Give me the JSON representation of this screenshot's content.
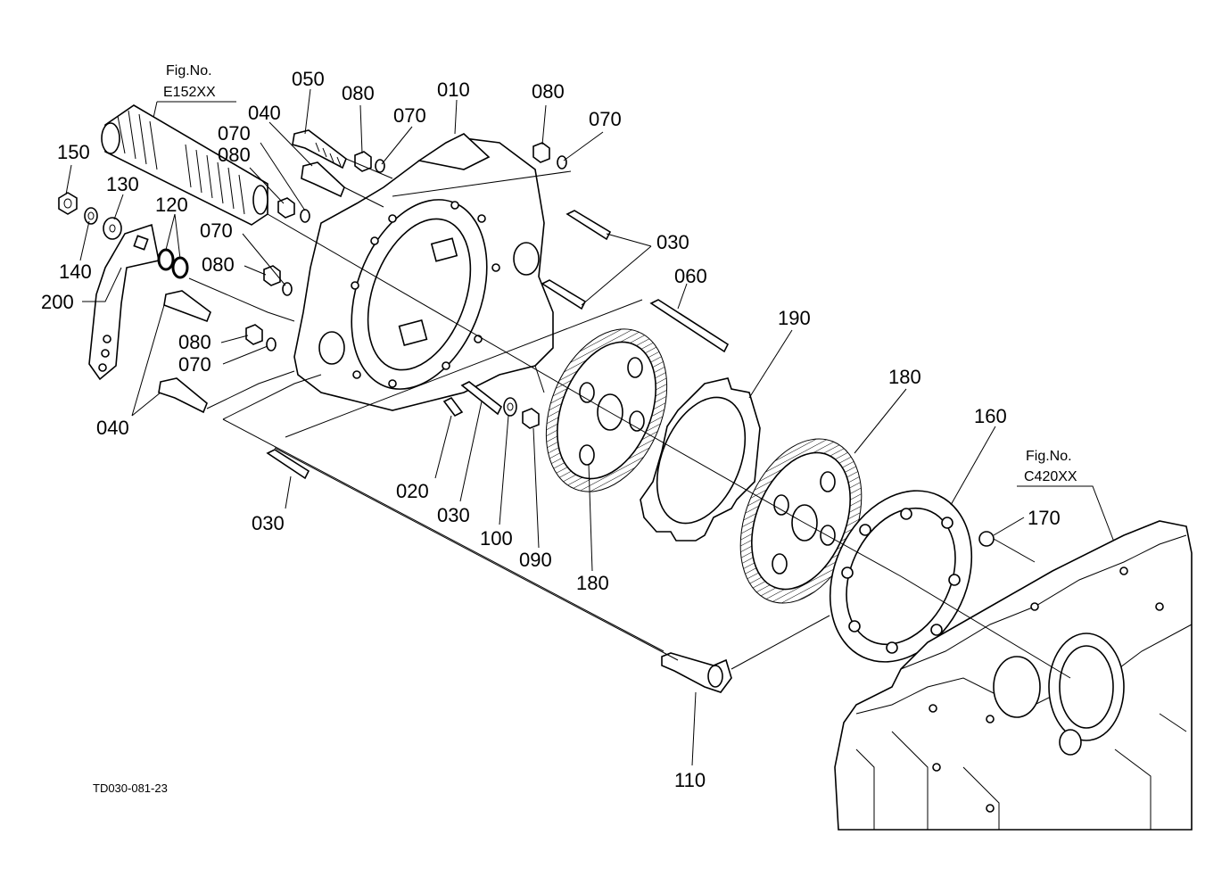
{
  "figure_refs": {
    "top_left": {
      "line1": "Fig.No.",
      "line2": "E152XX"
    },
    "bottom_right": {
      "line1": "Fig.No.",
      "line2": "C420XX"
    }
  },
  "drawing_code": "TD030-081-23",
  "part_labels": {
    "p010": "010",
    "p020": "020",
    "p030_a": "030",
    "p030_b": "030",
    "p030_c": "030",
    "p040_a": "040",
    "p040_b": "040",
    "p050": "050",
    "p060": "060",
    "p070_a": "070",
    "p070_b": "070",
    "p070_c": "070",
    "p070_d": "070",
    "p070_e": "070",
    "p080_a": "080",
    "p080_b": "080",
    "p080_c": "080",
    "p080_d": "080",
    "p080_e": "080",
    "p090": "090",
    "p100": "100",
    "p110": "110",
    "p120": "120",
    "p130": "130",
    "p140": "140",
    "p150": "150",
    "p160": "160",
    "p170": "170",
    "p180_a": "180",
    "p180_b": "180",
    "p190": "190",
    "p200": "200"
  }
}
